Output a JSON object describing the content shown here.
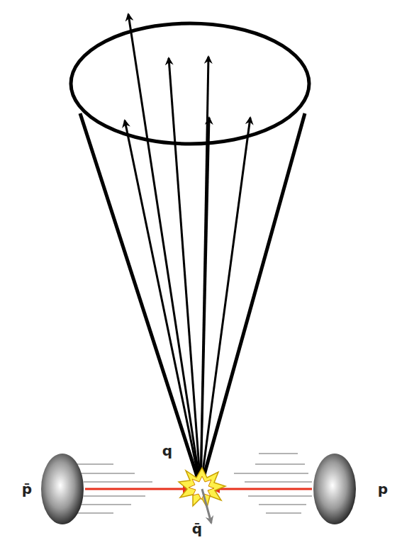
{
  "diagram": {
    "labels": [
      "p̄",
      "q",
      "p",
      "q̄"
    ]
  }
}
